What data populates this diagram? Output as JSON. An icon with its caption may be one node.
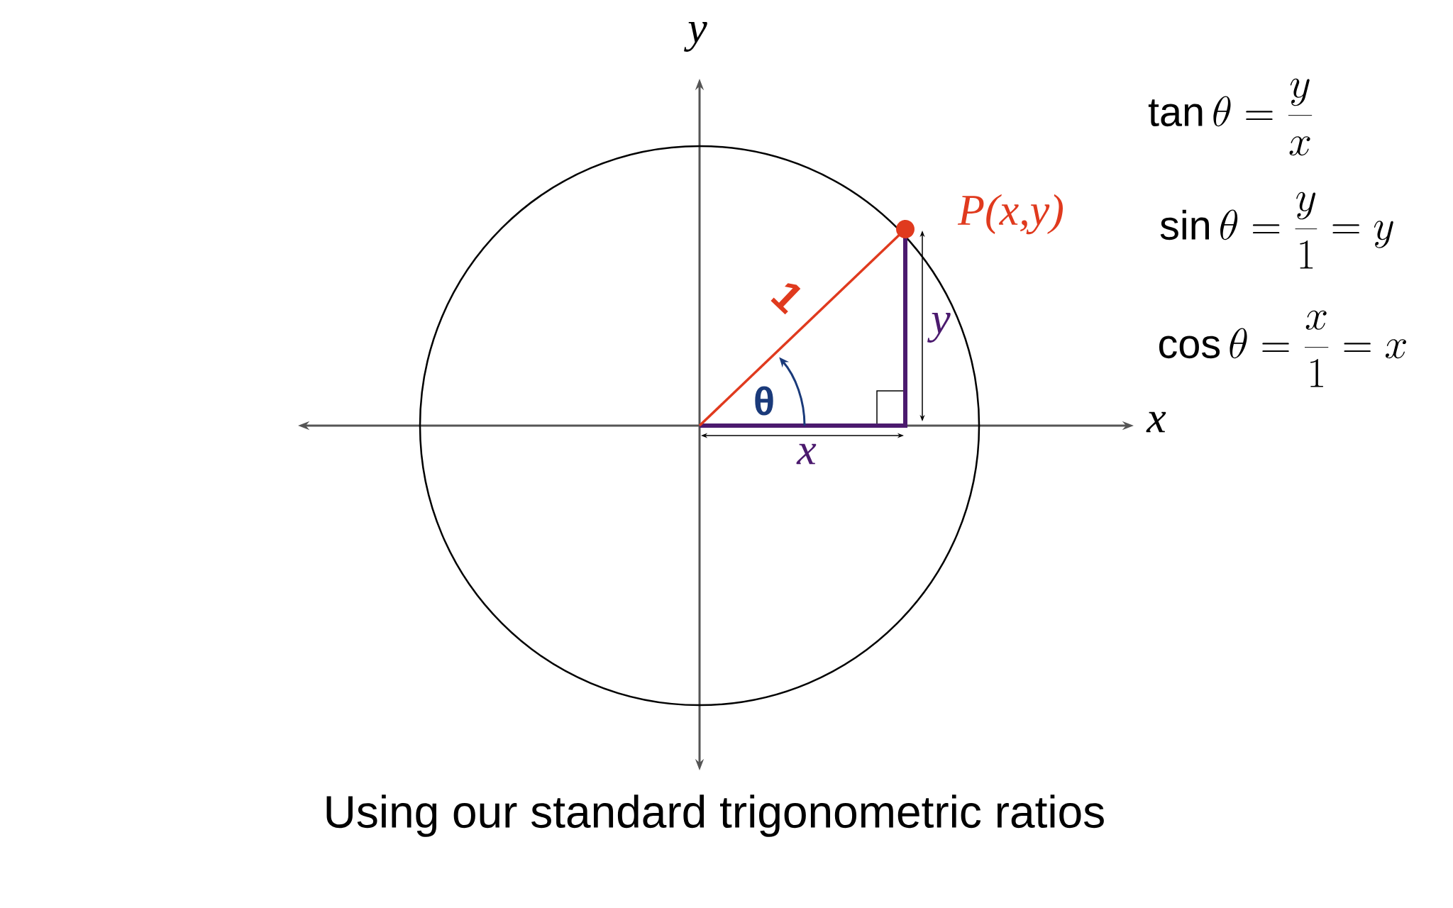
{
  "diagram": {
    "caption": "Using our standard trigonometric ratios",
    "labels": [
      "y",
      "\\tan\\theta = \\frac{y}{x}",
      "P(x,y)",
      "\\sin\\theta = \\frac{y}{1} = y",
      "1",
      "y",
      "\\cos\\theta = \\frac{x}{1} = x",
      "θ",
      "x",
      "x"
    ]
  }
}
